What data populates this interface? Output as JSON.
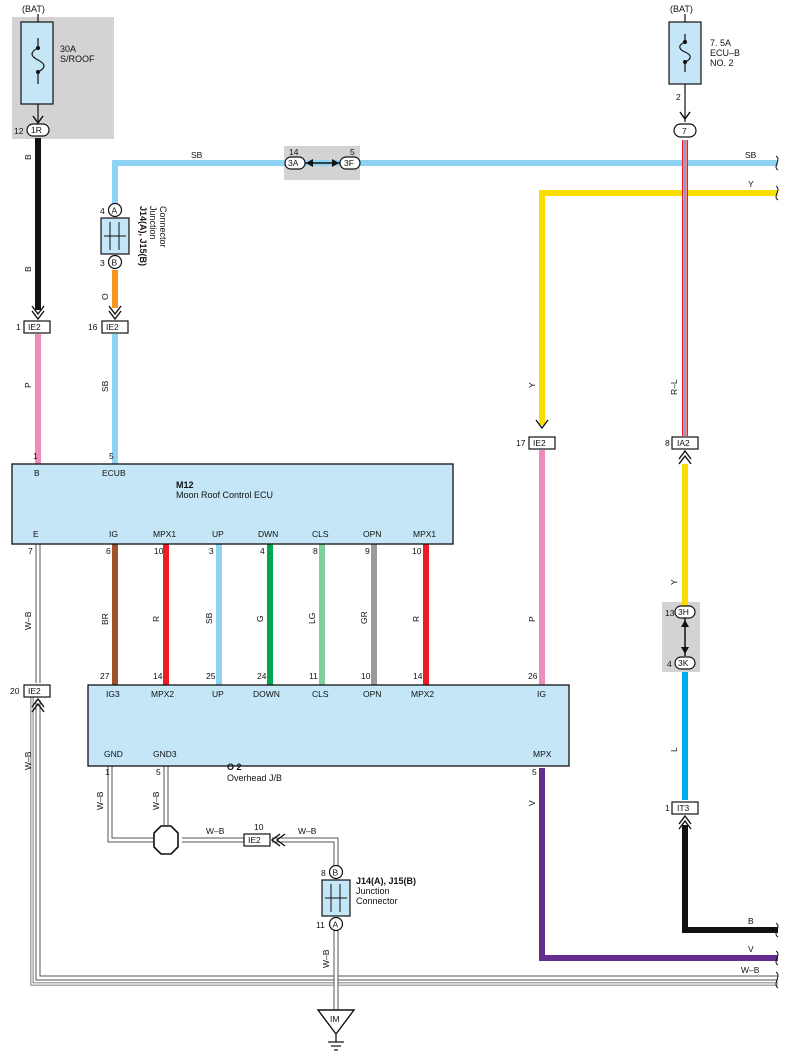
{
  "top_left": {
    "source": "(BAT)",
    "fuse_rating": "30A",
    "fuse_name": "S/ROOF",
    "pin": "12",
    "connector": "1R"
  },
  "top_right": {
    "source": "(BAT)",
    "fuse_rating": "7. 5A",
    "fuse_name": "ECU–B",
    "fuse_name2": "NO. 2",
    "pin": "2",
    "connector": "7"
  },
  "junction_top": {
    "pin_a": "4",
    "conn_a": "A",
    "pin_b": "3",
    "conn_b": "B",
    "title": "J14(A), J15(B)",
    "sub1": "Junction",
    "sub2": "Connector"
  },
  "junction_bottom": {
    "pin_b": "8",
    "conn_b": "B",
    "pin_a": "11",
    "conn_a": "A",
    "title": "J14(A), J15(B)",
    "sub1": "Junction",
    "sub2": "Connector"
  },
  "inline_3a3f": {
    "pin_left": "14",
    "conn_left": "3A",
    "pin_right": "5",
    "conn_right": "3F"
  },
  "inline_3h3k": {
    "pin_top": "13",
    "conn_top": "3H",
    "pin_bottom": "4",
    "conn_bottom": "3K"
  },
  "connectors": {
    "ie2_a": {
      "pin": "1",
      "name": "IE2"
    },
    "ie2_b": {
      "pin": "16",
      "name": "IE2"
    },
    "ie2_c": {
      "pin": "17",
      "name": "IE2"
    },
    "ia2": {
      "pin": "8",
      "name": "IA2"
    },
    "ie2_d": {
      "pin": "20",
      "name": "IE2"
    },
    "ie2_e": {
      "pin": "10",
      "name": "IE2"
    },
    "it3": {
      "pin": "1",
      "name": "IT3"
    },
    "ground": {
      "name": "IM"
    }
  },
  "wire_colors": {
    "sb_top": "SB",
    "sb_right": "SB",
    "y_right": "Y",
    "b_1": "B",
    "b_2": "B",
    "o": "O",
    "p_left": "P",
    "sb_left": "SB",
    "y_mid": "Y",
    "rl": "R–L",
    "wb_left": "W–B",
    "br": "BR",
    "r1": "R",
    "sb_mid": "SB",
    "g": "G",
    "lg": "LG",
    "gr": "GR",
    "r2": "R",
    "p_mid": "P",
    "y_low": "Y",
    "wb_far": "W–B",
    "wb_gnd1": "W–B",
    "wb_gnd2": "W–B",
    "wb_h1": "W–B",
    "wb_h2": "W–B",
    "v_vert": "V",
    "l": "L",
    "wb_gv": "W–B",
    "b_right": "B",
    "v_right": "V",
    "wb_bottom": "W–B"
  },
  "m12": {
    "code": "M12",
    "name": "Moon Roof Control ECU",
    "top_pins": [
      {
        "pin": "1",
        "label": "B"
      },
      {
        "pin": "5",
        "label": "ECUB"
      }
    ],
    "bottom_pins": [
      {
        "pin": "7",
        "label": "E"
      },
      {
        "pin": "6",
        "label": "IG"
      },
      {
        "pin": "10",
        "label": "MPX1"
      },
      {
        "pin": "3",
        "label": "UP"
      },
      {
        "pin": "4",
        "label": "DWN"
      },
      {
        "pin": "8",
        "label": "CLS"
      },
      {
        "pin": "9",
        "label": "OPN"
      },
      {
        "pin": "10",
        "label": "MPX1"
      }
    ]
  },
  "o2": {
    "code": "O 2",
    "name": "Overhead J/B",
    "top_pins": [
      {
        "pin": "27",
        "label": "IG3"
      },
      {
        "pin": "14",
        "label": "MPX2"
      },
      {
        "pin": "25",
        "label": "UP"
      },
      {
        "pin": "24",
        "label": "DOWN"
      },
      {
        "pin": "11",
        "label": "CLS"
      },
      {
        "pin": "10",
        "label": "OPN"
      },
      {
        "pin": "14",
        "label": "MPX2"
      },
      {
        "pin": "26",
        "label": "IG"
      }
    ],
    "bottom_pins": [
      {
        "pin": "1",
        "label": "GND"
      },
      {
        "pin": "5",
        "label": "GND3"
      },
      {
        "pin": "5",
        "label": "MPX"
      }
    ]
  },
  "colors": {
    "sb": "#8fd3f4",
    "y": "#f9dc00",
    "b": "#111111",
    "p": "#ee8cbb",
    "o": "#f7941d",
    "r": "#ed1c24",
    "br": "#a0522d",
    "g": "#00a651",
    "lg": "#7fcf9a",
    "gr": "#9a9a9a",
    "l": "#00aeef",
    "v": "#662d91",
    "ecu_fill": "#c4e6f6",
    "shade": "#d3d3d3"
  }
}
